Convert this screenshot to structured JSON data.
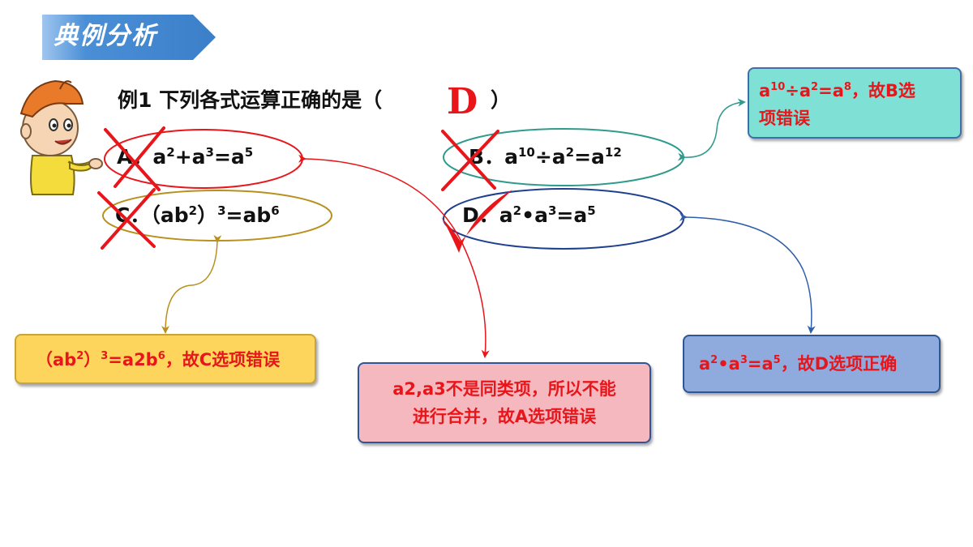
{
  "banner": {
    "title": "典例分析"
  },
  "question": {
    "text": "例1  下列各式运算正确的是（",
    "close_paren": "）",
    "answer": "D"
  },
  "options": {
    "A": {
      "letter": "A",
      "dot": "．",
      "b1": "a",
      "e1": "2",
      "op": "+a",
      "e2": "3",
      "eq": "=a",
      "e3": "5"
    },
    "B": {
      "letter": "B",
      "dot": "．",
      "b1": "a",
      "e1": "10",
      "op": "÷a",
      "e2": "2",
      "eq": "=a",
      "e3": "12"
    },
    "C": {
      "letter": "C",
      "dot": "．",
      "b1": "（ab",
      "e1": "2",
      "op": "）",
      "e2": "3",
      "eq": "=ab",
      "e3": "6"
    },
    "D": {
      "letter": "D",
      "dot": "．",
      "b1": "a",
      "e1": "2",
      "op": "•a",
      "e2": "3",
      "eq": "=a",
      "e3": "5"
    }
  },
  "notes": {
    "B": {
      "b1": "a",
      "e1": "10",
      "op": "÷a",
      "e2": "2",
      "eq": "=a",
      "e3": "8",
      "tail1": "，故B选",
      "tail2": "项错误"
    },
    "C": {
      "b1": "（ab",
      "e1": "2",
      "op": "）",
      "e2": "3",
      "rest": "=a2b",
      "e3": "6",
      "tail": "，故C选项错误"
    },
    "A": {
      "line1": "a2,a3不是同类项，所以不能",
      "line2": "进行合并，故A选项错误"
    },
    "D": {
      "b1": "a",
      "e1": "2",
      "op": "•a",
      "e2": "3",
      "eq": "=a",
      "e3": "5",
      "tail": "，故D选项正确"
    }
  },
  "colors": {
    "banner": "#4a8fd6",
    "cross": "#e8161b",
    "note_text": "#e8161b",
    "ellipse_a": "#e8161b",
    "ellipse_b": "#2e9b8c",
    "ellipse_c": "#b8901e",
    "ellipse_d": "#1f3f8f"
  }
}
